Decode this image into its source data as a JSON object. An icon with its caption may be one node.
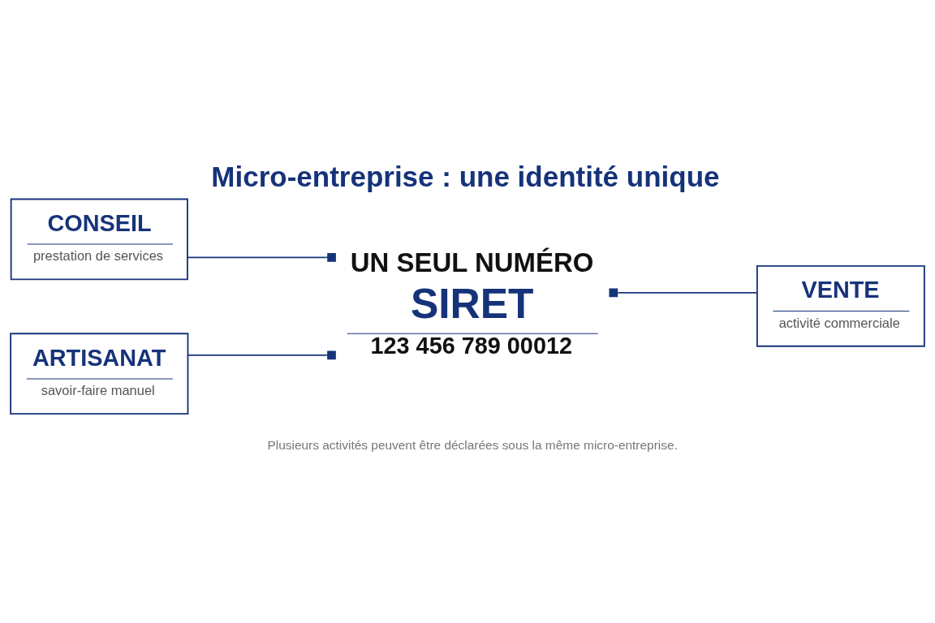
{
  "diagram": {
    "title": "Micro-entreprise : une identité unique",
    "caption": "Plusieurs activités peuvent être déclarées sous la même micro-entreprise.",
    "nodes": [
      {
        "text": [
          "CONSEIL",
          "prestation de services"
        ]
      },
      {
        "text": [
          "UN SEUL NUMÉRO",
          "SIRET",
          "123 456 789 00012"
        ]
      },
      {
        "text": [
          "VENTE",
          "activité commerciale"
        ]
      },
      {
        "text": [
          "ARTISANAT",
          "savoir-faire manuel"
        ]
      }
    ],
    "edges": [
      {
        "from": 0,
        "to": 1,
        "arrow": "other"
      },
      {
        "from": 2,
        "to": 1,
        "arrow": "other"
      },
      {
        "from": 3,
        "to": 1,
        "arrow": "other"
      }
    ]
  }
}
